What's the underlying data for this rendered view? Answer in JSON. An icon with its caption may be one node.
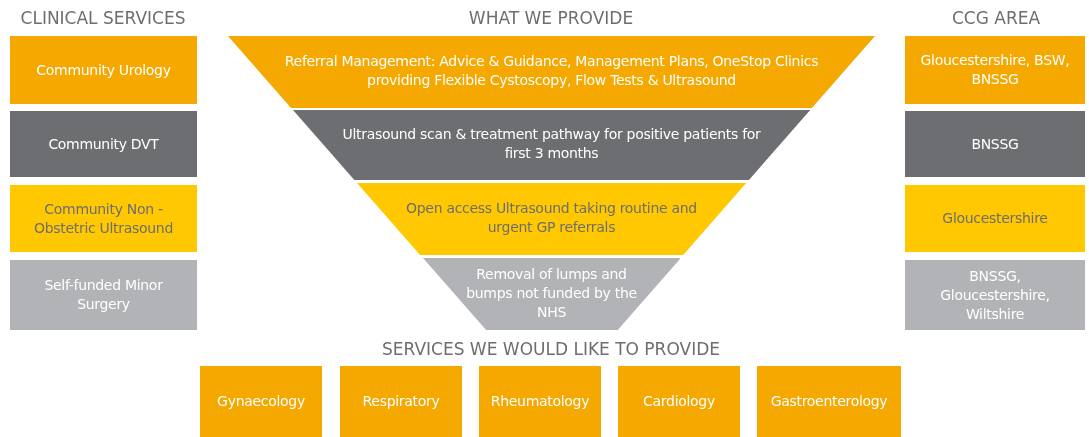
{
  "diagram": {
    "nodes": [
      {
        "text": [
          "Community Urology"
        ]
      },
      {
        "text": [
          "Community DVT"
        ]
      },
      {
        "text": [
          "Community Non - Obstetric Ultrasound"
        ]
      },
      {
        "text": [
          "Self-funded Minor Surgery"
        ]
      },
      {
        "text": [
          "Referral Management: Advice & Guidance, Management Plans, OneStop Clinics providing Flexible Cystoscopy, Flow Tests & Ultrasound"
        ]
      },
      {
        "text": [
          "Ultrasound scan & treatment pathway for positive patients for first 3 months"
        ]
      },
      {
        "text": [
          "Open access Ultrasound taking routine and urgent GP referrals"
        ]
      },
      {
        "text": [
          "Removal of lumps and bumps not funded by the NHS"
        ]
      },
      {
        "text": [
          "Gloucestershire, BSW, BNSSG"
        ]
      },
      {
        "text": [
          "BNSSG"
        ]
      },
      {
        "text": [
          "Gloucestershire"
        ]
      },
      {
        "text": [
          "BNSSG, Gloucestershire, Wiltshire"
        ]
      },
      {
        "text": [
          "Gynaecology"
        ]
      },
      {
        "text": [
          "Respiratory"
        ]
      },
      {
        "text": [
          "Rheumatology"
        ]
      },
      {
        "text": [
          "Cardiology"
        ]
      },
      {
        "text": [
          "Gastroenterology"
        ]
      }
    ],
    "edges": [],
    "labels": [
      "CLINICAL SERVICES",
      "WHAT WE PROVIDE",
      "CCG AREA",
      "SERVICES WE WOULD LIKE TO PROVIDE"
    ]
  }
}
